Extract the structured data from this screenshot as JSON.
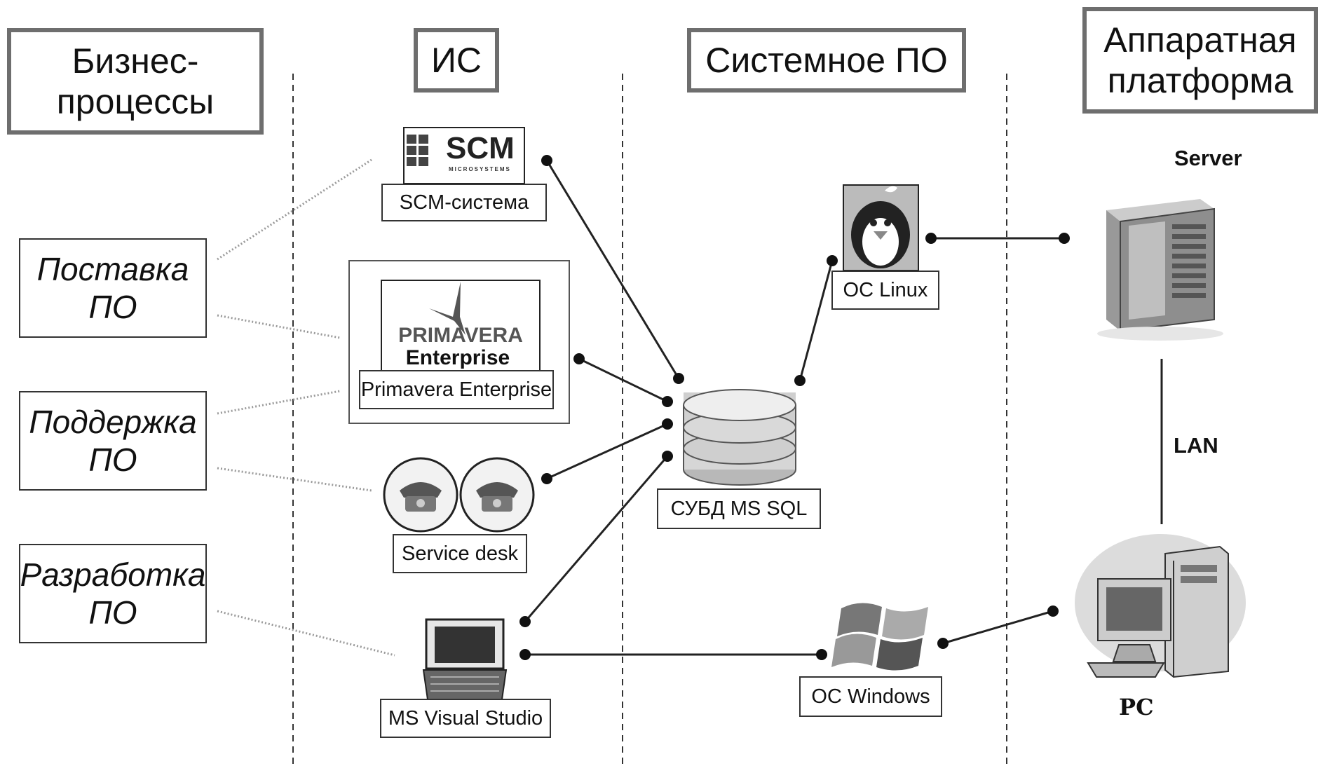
{
  "headers": {
    "business": "Бизнес-\nпроцессы",
    "is": "ИС",
    "system_sw": "Системное ПО",
    "hardware": "Аппаратная\nплатформа"
  },
  "processes": [
    {
      "label": "Поставка\nПО"
    },
    {
      "label": "Поддержка\nПО"
    },
    {
      "label": "Разработка\nПО"
    }
  ],
  "systems": {
    "scm": {
      "label": "SCM-система",
      "logo_text": "SCM",
      "logo_subtext": "MICROSYSTEMS"
    },
    "primavera": {
      "label": "Primavera Enterprise",
      "logo_text": "PRIMAVERA",
      "logo_text2": "Enterprise"
    },
    "service_desk": {
      "label": "Service desk"
    },
    "visual_studio": {
      "label": "MS Visual Studio"
    }
  },
  "system_software": {
    "dbms": {
      "label": "СУБД MS SQL"
    },
    "linux": {
      "label": "ОС Linux"
    },
    "windows": {
      "label": "ОС Windows"
    }
  },
  "hardware": {
    "server": {
      "label": "Server"
    },
    "lan": {
      "label": "LAN"
    },
    "pc": {
      "label": "PC"
    }
  },
  "colors": {
    "header_border": "#6e6e6e",
    "line": "#222222",
    "dotted_line": "#9a9a9a"
  }
}
